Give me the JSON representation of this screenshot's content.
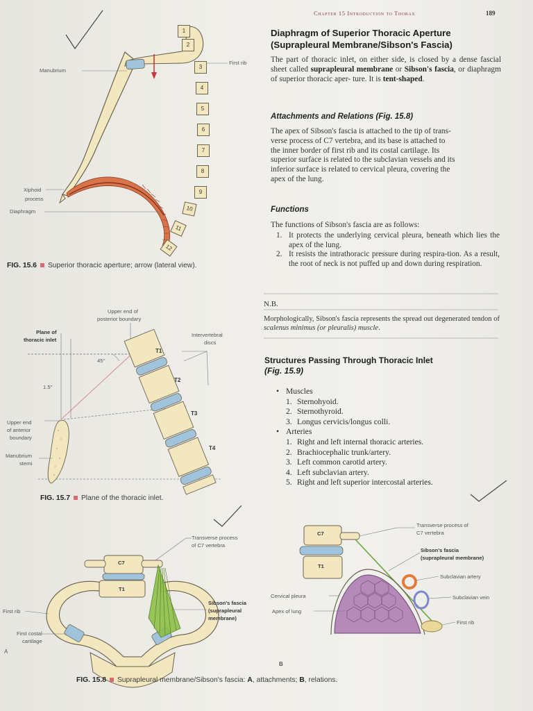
{
  "header": {
    "chapter": "Chapter 15  Introduction to Thorax",
    "page_number": "189"
  },
  "section_main": {
    "title_line1": "Diaphragm of Superior Thoracic Aperture",
    "title_line2": "(Suprapleural Membrane/Sibson's Fascia)",
    "intro": [
      "The part of thoracic inlet, on either side, is closed by a",
      "dense fascial sheet called",
      "suprapleural membrane",
      "or",
      "Sibson's fascia",
      ", or diaphragm of superior thoracic aper-",
      "ture. It is",
      "tent-shaped",
      "."
    ]
  },
  "attachments": {
    "heading": "Attachments and Relations (Fig. 15.8)",
    "lines": [
      "The apex of Sibson's fascia is attached to the tip of trans-",
      "verse process of C7 vertebra, and its base is attached to",
      "the inner border of first rib and its costal cartilage. Its",
      "superior surface is related to the subclavian vessels and its",
      "inferior surface is related to cervical pleura, covering the",
      "apex of the lung."
    ]
  },
  "functions": {
    "heading": "Functions",
    "intro": "The functions of Sibson's fascia are as follows:",
    "items": [
      {
        "num": "1.",
        "text": "It protects the underlying cervical pleura, beneath which lies the apex of the lung."
      },
      {
        "num": "2.",
        "text": "It resists the intrathoracic pressure during respira-tion. As a result, the root of neck is not puffed up and down during respiration."
      }
    ]
  },
  "nb": {
    "title": "N.B.",
    "text_a": "Morphologically, Sibson's fascia represents the spread out degenerated tendon of",
    "text_italic": "scalenus minimus (or pleuralis) muscle",
    "text_b": "."
  },
  "structures": {
    "heading_a": "Structures Passing Through Thoracic Inlet",
    "heading_b": "(Fig. 15.9)",
    "groups": [
      {
        "label": "Muscles",
        "items": [
          {
            "n": "1.",
            "t": "Sternohyoid."
          },
          {
            "n": "2.",
            "t": "Sternothyroid."
          },
          {
            "n": "3.",
            "t": "Longus cervicis/longus colli."
          }
        ]
      },
      {
        "label": "Arteries",
        "items": [
          {
            "n": "1.",
            "t": "Right and left internal thoracic arteries."
          },
          {
            "n": "2.",
            "t": "Brachiocephalic trunk/artery."
          },
          {
            "n": "3.",
            "t": "Left common carotid artery."
          },
          {
            "n": "4.",
            "t": "Left subclavian artery."
          },
          {
            "n": "5.",
            "t": "Right and left superior intercostal arteries."
          }
        ]
      }
    ]
  },
  "fig156": {
    "labels": {
      "manubrium": "Manubrium",
      "first_rib": "First rib",
      "xiphoid_1": "Xiphoid",
      "xiphoid_2": "process",
      "diaphragm": "Diaphragm"
    },
    "ribs": [
      "1",
      "2",
      "3",
      "4",
      "5",
      "6",
      "7",
      "8",
      "9",
      "10",
      "11",
      "12"
    ],
    "caption_num": "FIG. 15.6",
    "caption_text": "Superior thoracic aperture; arrow (lateral view)."
  },
  "fig157": {
    "labels": {
      "upper_end_1": "Upper end of",
      "upper_end_2": "posterior boundary",
      "plane_1": "Plane of",
      "plane_2": "thoracic inlet",
      "interv_1": "Intervertebral",
      "interv_2": "discs",
      "angle": "45°",
      "dist": "1.5\"",
      "ant_1": "Upper end",
      "ant_2": "of anterior",
      "ant_3": "boundary",
      "manu_1": "Manubrium",
      "manu_2": "sterni"
    },
    "vertebrae": [
      "T1",
      "T2",
      "T3",
      "T4"
    ],
    "caption_num": "FIG. 15.7",
    "caption_text": "Plane of the thoracic inlet."
  },
  "fig158": {
    "a": {
      "tp_1": "Transverse process",
      "tp_2": "of C7 vertebra",
      "c7": "C7",
      "t1": "T1",
      "first_rib": "First rib",
      "cc_1": "First costal",
      "cc_2": "cartilage",
      "sib_1": "Sibson's fascia",
      "sib_2": "(suprapleural",
      "sib_3": "membrane)",
      "letter": "A"
    },
    "b": {
      "tp_1": "Transverse process of",
      "tp_2": "C7 vertebra",
      "c7": "C7",
      "t1": "T1",
      "sib_1": "Sibson's fascia",
      "sib_2": "(suprapleural membrane)",
      "subclavian_artery": "Subclavian artery",
      "subclavian_vein": "Subclavian vein",
      "first_rib": "First rib",
      "cervical_pleura": "Cervical pleura",
      "apex_lung": "Apex of lung",
      "letter": "B"
    },
    "caption_num": "FIG. 15.8",
    "caption_text": "Suprapleural membrane/Sibson's fascia:",
    "caption_a": "A",
    "caption_a_text": ", attachments;",
    "caption_b": "B",
    "caption_b_text": ", relations."
  },
  "colors": {
    "bone": "#f3e7bf",
    "cartilage": "#9fc4dc",
    "fascia_green": "#8fbf4a",
    "diaphragm": "#d9744a",
    "lung": "#b58ab8",
    "caption_square": "#d86a78"
  }
}
